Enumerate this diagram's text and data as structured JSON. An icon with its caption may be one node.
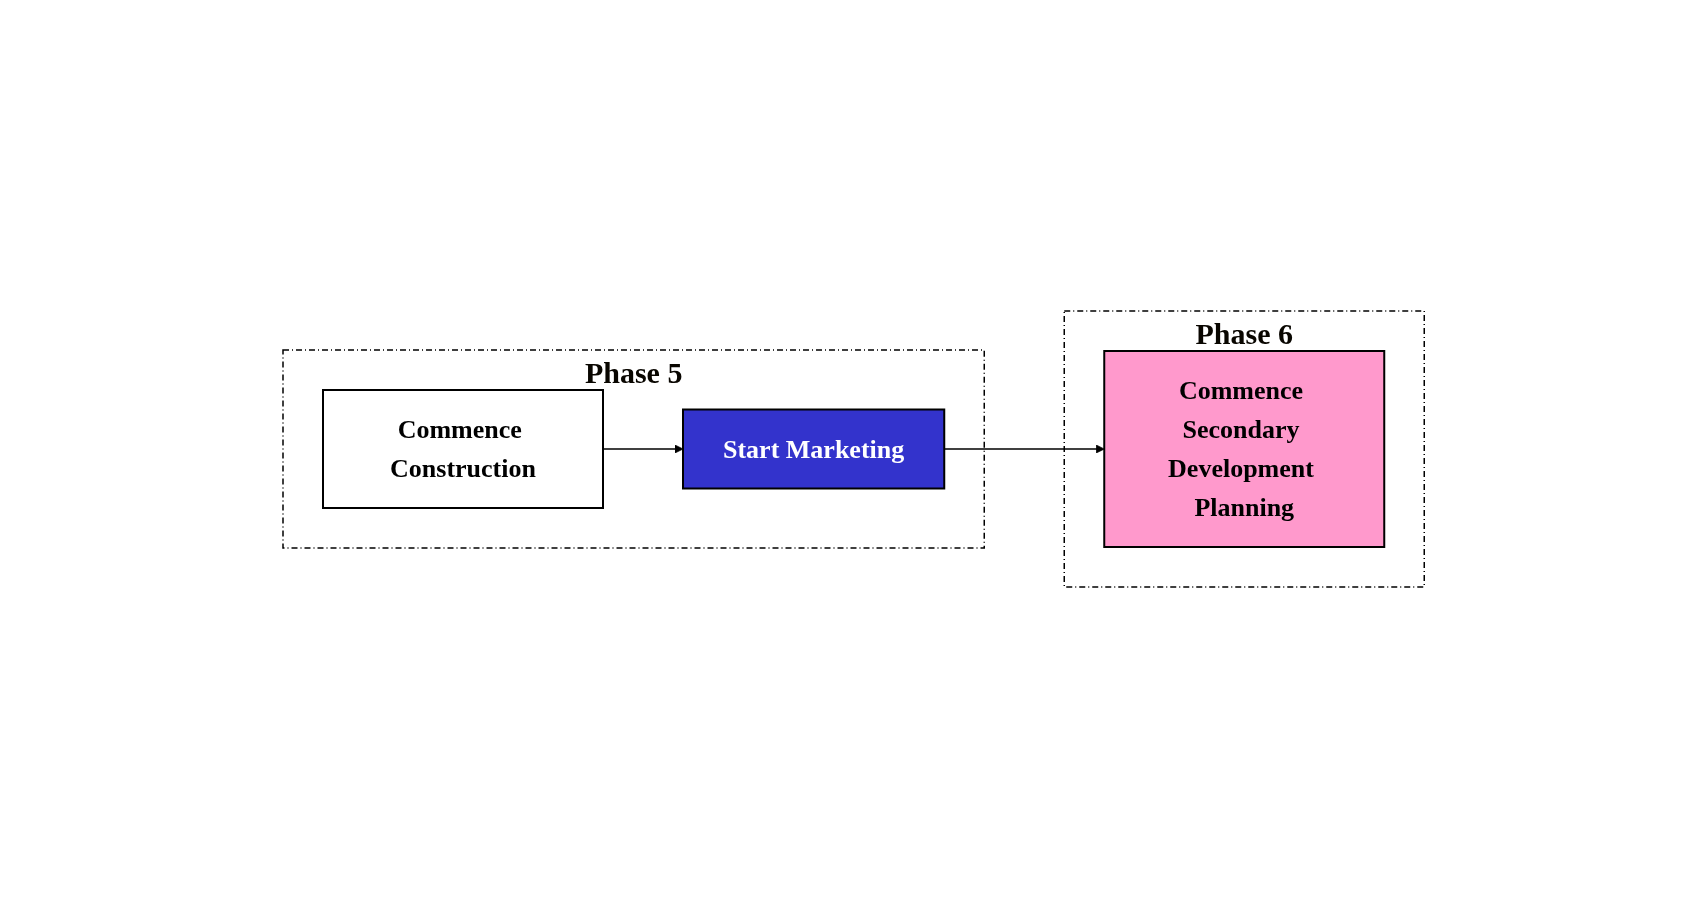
{
  "diagram": {
    "nodes": [
      {
        "text": [
          "Phase 5"
        ]
      },
      {
        "text": [
          "Commence Construction"
        ],
        "in": 0
      },
      {
        "text": [
          "Start Marketing"
        ],
        "in": 0
      },
      {
        "text": [
          "Phase 6"
        ]
      },
      {
        "text": [
          "Commence Secondary Development Planning"
        ],
        "in": 3
      }
    ],
    "edges": [
      {
        "from": 1,
        "to": 2,
        "arrow": "to"
      },
      {
        "from": 2,
        "to": 4,
        "arrow": "to"
      }
    ]
  }
}
